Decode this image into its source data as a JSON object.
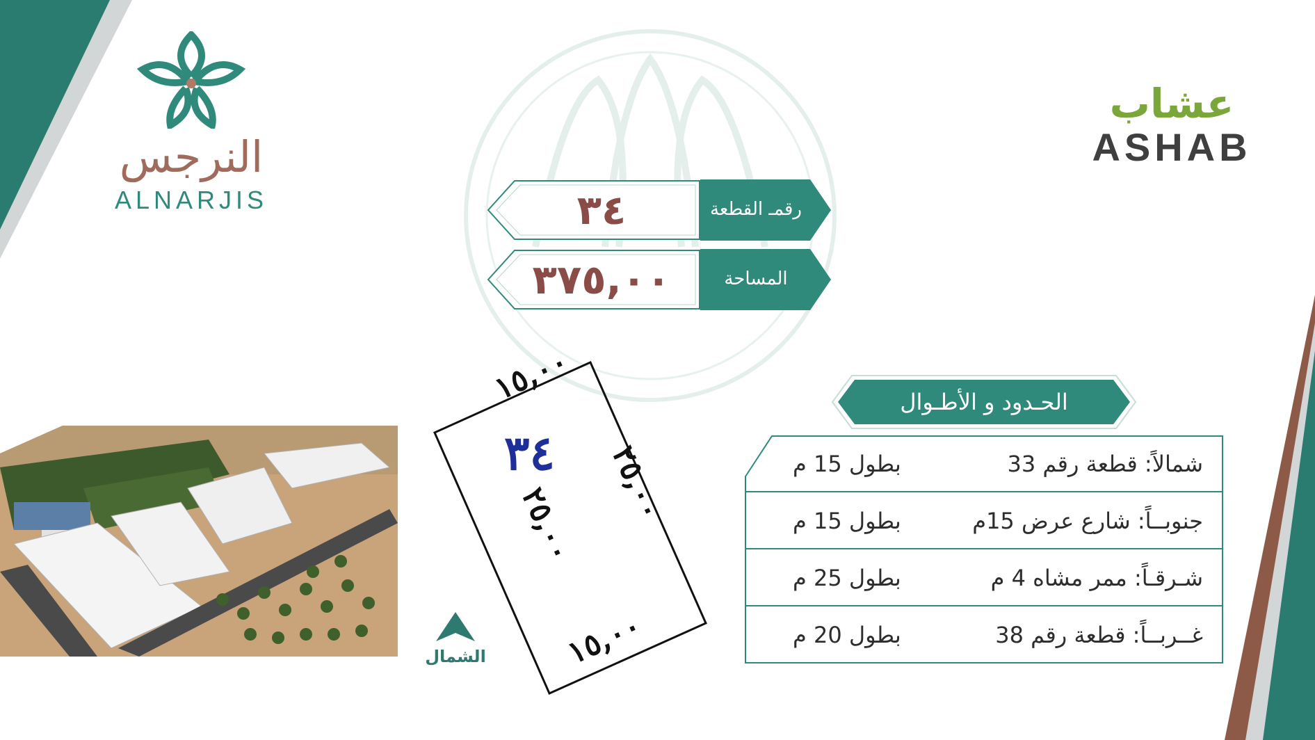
{
  "logo_left": {
    "arabic": "النرجس",
    "latin": "ALNARJIS"
  },
  "logo_right": {
    "arabic": "عشاب",
    "latin": "ASHAB"
  },
  "plot_info": {
    "plot_number_label": "رقمـ القطعة",
    "plot_number_value": "٣٤",
    "area_label": "المساحة",
    "area_value": "٣٧٥,٠٠"
  },
  "boundaries": {
    "title": "الحـدود و الأطـوال",
    "rows": [
      {
        "side": "شمالاً: قطعة رقم 33",
        "length": "بطول 15 م"
      },
      {
        "side": "جنوبــاً: شارع عرض 15م",
        "length": "بطول 15 م"
      },
      {
        "side": "شـرقـاً: ممر مشاه 4 م",
        "length": "بطول 25 م"
      },
      {
        "side": "غــربــاً: قطعة رقم 38",
        "length": "بطول 20 م"
      }
    ]
  },
  "sketch": {
    "plot_label": "٣٤",
    "top_dim": "١٥,٠٠",
    "bottom_dim": "١٥,٠٠",
    "right_dim": "٢٥,٠٠",
    "left_dim": "٢٥,٠٠"
  },
  "north_label": "الشمال",
  "colors": {
    "teal": "#2f8a7c",
    "teal_dark": "#1f6e63",
    "brown": "#8b4c47",
    "green": "#7aa63a"
  }
}
